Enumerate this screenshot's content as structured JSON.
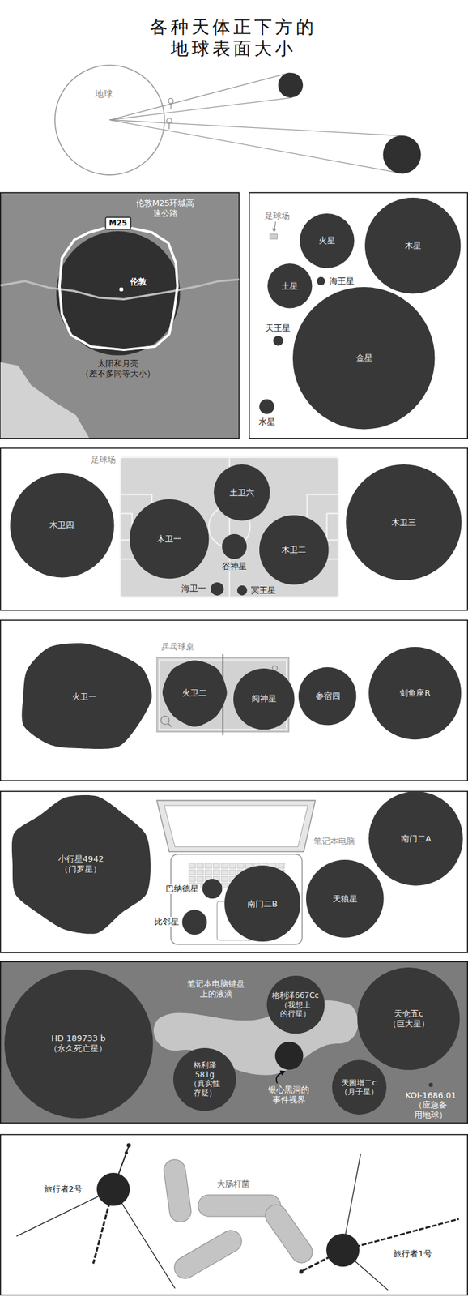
{
  "diagram": {
    "title": "各种天体正下方的 地球表面大小",
    "nodes": [
      {
        "text": [
          "地球"
        ]
      },
      {
        "text": [
          "M25"
        ]
      },
      {
        "text": [
          "太阳和月亮 （差不多同等大小）"
        ]
      },
      {
        "text": [
          "火星"
        ]
      },
      {
        "text": [
          "木星"
        ]
      },
      {
        "text": [
          "土星"
        ]
      },
      {
        "text": [
          "海王星"
        ]
      },
      {
        "text": [
          "天王星"
        ]
      },
      {
        "text": [
          "金星"
        ]
      },
      {
        "text": [
          "水星"
        ]
      },
      {
        "text": [
          "木卫四"
        ]
      },
      {
        "text": [
          "土卫六"
        ]
      },
      {
        "text": [
          "木卫一"
        ]
      },
      {
        "text": [
          "谷神星"
        ]
      },
      {
        "text": [
          "木卫二"
        ]
      },
      {
        "text": [
          "木卫三"
        ]
      },
      {
        "text": [
          "海卫一"
        ]
      },
      {
        "text": [
          "冥王星"
        ]
      },
      {
        "text": [
          "火卫一"
        ]
      },
      {
        "text": [
          "火卫二"
        ]
      },
      {
        "text": [
          "阋神星"
        ]
      },
      {
        "text": [
          "参宿四"
        ]
      },
      {
        "text": [
          "剑鱼座R"
        ]
      },
      {
        "text": [
          "小行星4942 （门罗星）"
        ]
      },
      {
        "text": [
          "巴纳德星"
        ]
      },
      {
        "text": [
          "比邻星"
        ]
      },
      {
        "text": [
          "南门二B"
        ]
      },
      {
        "text": [
          "天狼星"
        ]
      },
      {
        "text": [
          "南门二A"
        ]
      },
      {
        "text": [
          "HD 189733 b （永久死亡星）"
        ]
      },
      {
        "text": [
          "格利泽667Cc （我想上 的行星）"
        ]
      },
      {
        "text": [
          "天仓五c （巨大星）"
        ]
      },
      {
        "text": [
          "银心黑洞的 事件视界"
        ]
      },
      {
        "text": [
          "格利泽 581g （真实性 存疑）"
        ]
      },
      {
        "text": [
          "天囷增二c （月子星）"
        ]
      },
      {
        "text": [
          "KOI-1686.01 （应急备 用地球）"
        ]
      },
      {
        "text": [
          "旅行者2号"
        ]
      },
      {
        "text": [
          "旅行者1号"
        ]
      }
    ],
    "labels": [
      "伦敦M25环城高 速公路",
      "伦敦",
      "足球场",
      "足球场",
      "乒乓球桌",
      "笔记本电脑",
      "笔记本电脑键盘 上的液滴",
      "大肠杆菌"
    ]
  }
}
